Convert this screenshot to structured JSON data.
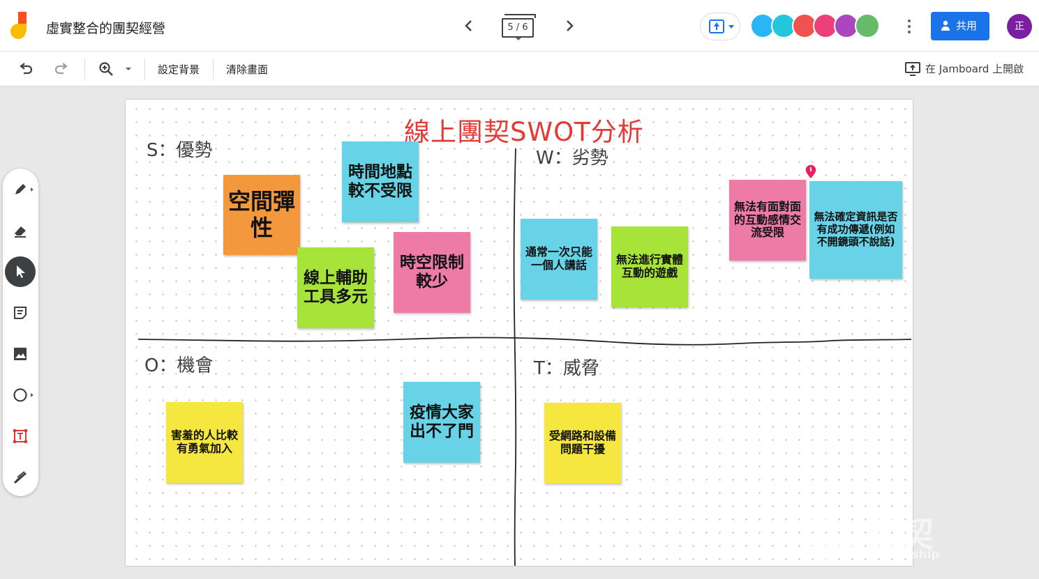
{
  "header": {
    "title": "虛實整合的團契經營",
    "frame_indicator": "5 / 6",
    "share_label": "共用",
    "user_initial": "正"
  },
  "toolbar": {
    "set_background": "設定背景",
    "clear_frame": "清除畫面",
    "open_in_jamboard": "在 Jamboard 上開啟"
  },
  "collaborators": [
    {
      "color": "#29b6f6",
      "icon": "bird-icon"
    },
    {
      "color": "#26c6da",
      "icon": "elephant-icon"
    },
    {
      "color": "#ef5350",
      "icon": "train-icon"
    },
    {
      "color": "#ec407a",
      "icon": "bottle-icon"
    },
    {
      "color": "#ab47bc",
      "icon": "cow-icon"
    },
    {
      "color": "#66bb6a",
      "icon": "photo-avatar"
    }
  ],
  "canvas": {
    "title": "線上團契SWOT分析",
    "quadrants": {
      "s": "S：優勢",
      "w": "W：劣勢",
      "o": "O：機會",
      "t": "T：威脅"
    },
    "notes": [
      {
        "text": "空間彈性",
        "color": "orange"
      },
      {
        "text": "時間地點較不受限",
        "color": "blue"
      },
      {
        "text": "線上輔助工具多元",
        "color": "green"
      },
      {
        "text": "時空限制較少",
        "color": "pink"
      },
      {
        "text": "通常一次只能一個人講話",
        "color": "blue"
      },
      {
        "text": "無法進行實體互動的遊戲",
        "color": "green"
      },
      {
        "text": "無法有面對面的互動感情交流受限",
        "color": "pink"
      },
      {
        "text": "無法確定資訊是否有成功傳遞(例如不開鏡頭不說話)",
        "color": "blue"
      },
      {
        "text": "害羞的人比較有勇氣加入",
        "color": "yellow"
      },
      {
        "text": "疫情大家出不了門",
        "color": "blue"
      },
      {
        "text": "受網路和設備問題干擾",
        "color": "yellow"
      }
    ]
  },
  "watermark": {
    "main": "福音團契",
    "sub": "Evangelical Fellowship"
  }
}
